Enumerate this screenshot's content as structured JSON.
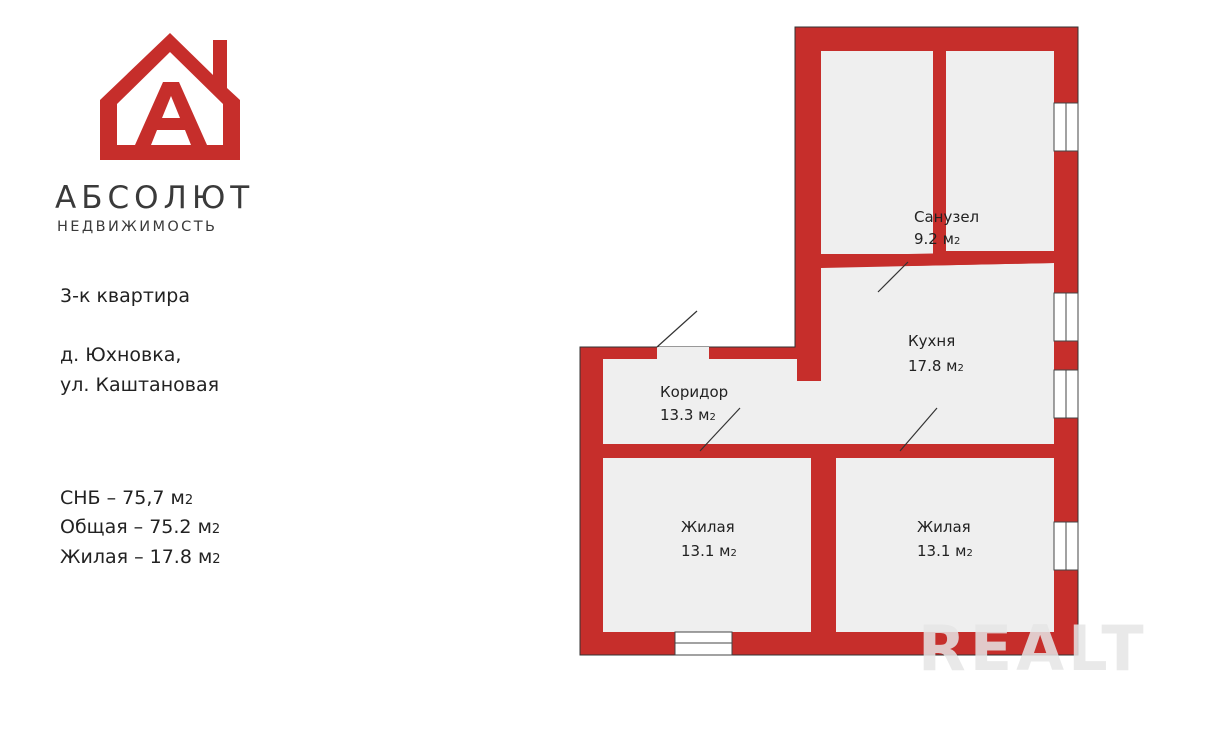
{
  "brand": {
    "name": "АБСОЛЮТ",
    "subtitle": "НЕДВИЖИМОСТЬ",
    "logo_letter": "А",
    "accent_color": "#c62e2b"
  },
  "listing": {
    "type": "3-к квартира",
    "address_line1": "д. Юхновка,",
    "address_line2": "ул. Каштановая"
  },
  "areas": {
    "snb": "СНБ – 75,7 м",
    "total": "Общая – 75.2 м",
    "living": "Жилая – 17.8 м",
    "unit_suffix": "2"
  },
  "plan": {
    "wall_color": "#c62e2b",
    "floor_color": "#efefef",
    "rooms": {
      "bathroom": {
        "name": "Санузел",
        "area": "9.2 м",
        "unit": "2"
      },
      "kitchen": {
        "name": "Кухня",
        "area": "17.8 м",
        "unit": "2"
      },
      "corridor": {
        "name": "Коридор",
        "area": "13.3 м",
        "unit": "2"
      },
      "living_left": {
        "name": "Жилая",
        "area": "13.1 м",
        "unit": "2"
      },
      "living_right": {
        "name": "Жилая",
        "area": "13.1 м",
        "unit": "2"
      }
    }
  },
  "watermark": "REALT"
}
